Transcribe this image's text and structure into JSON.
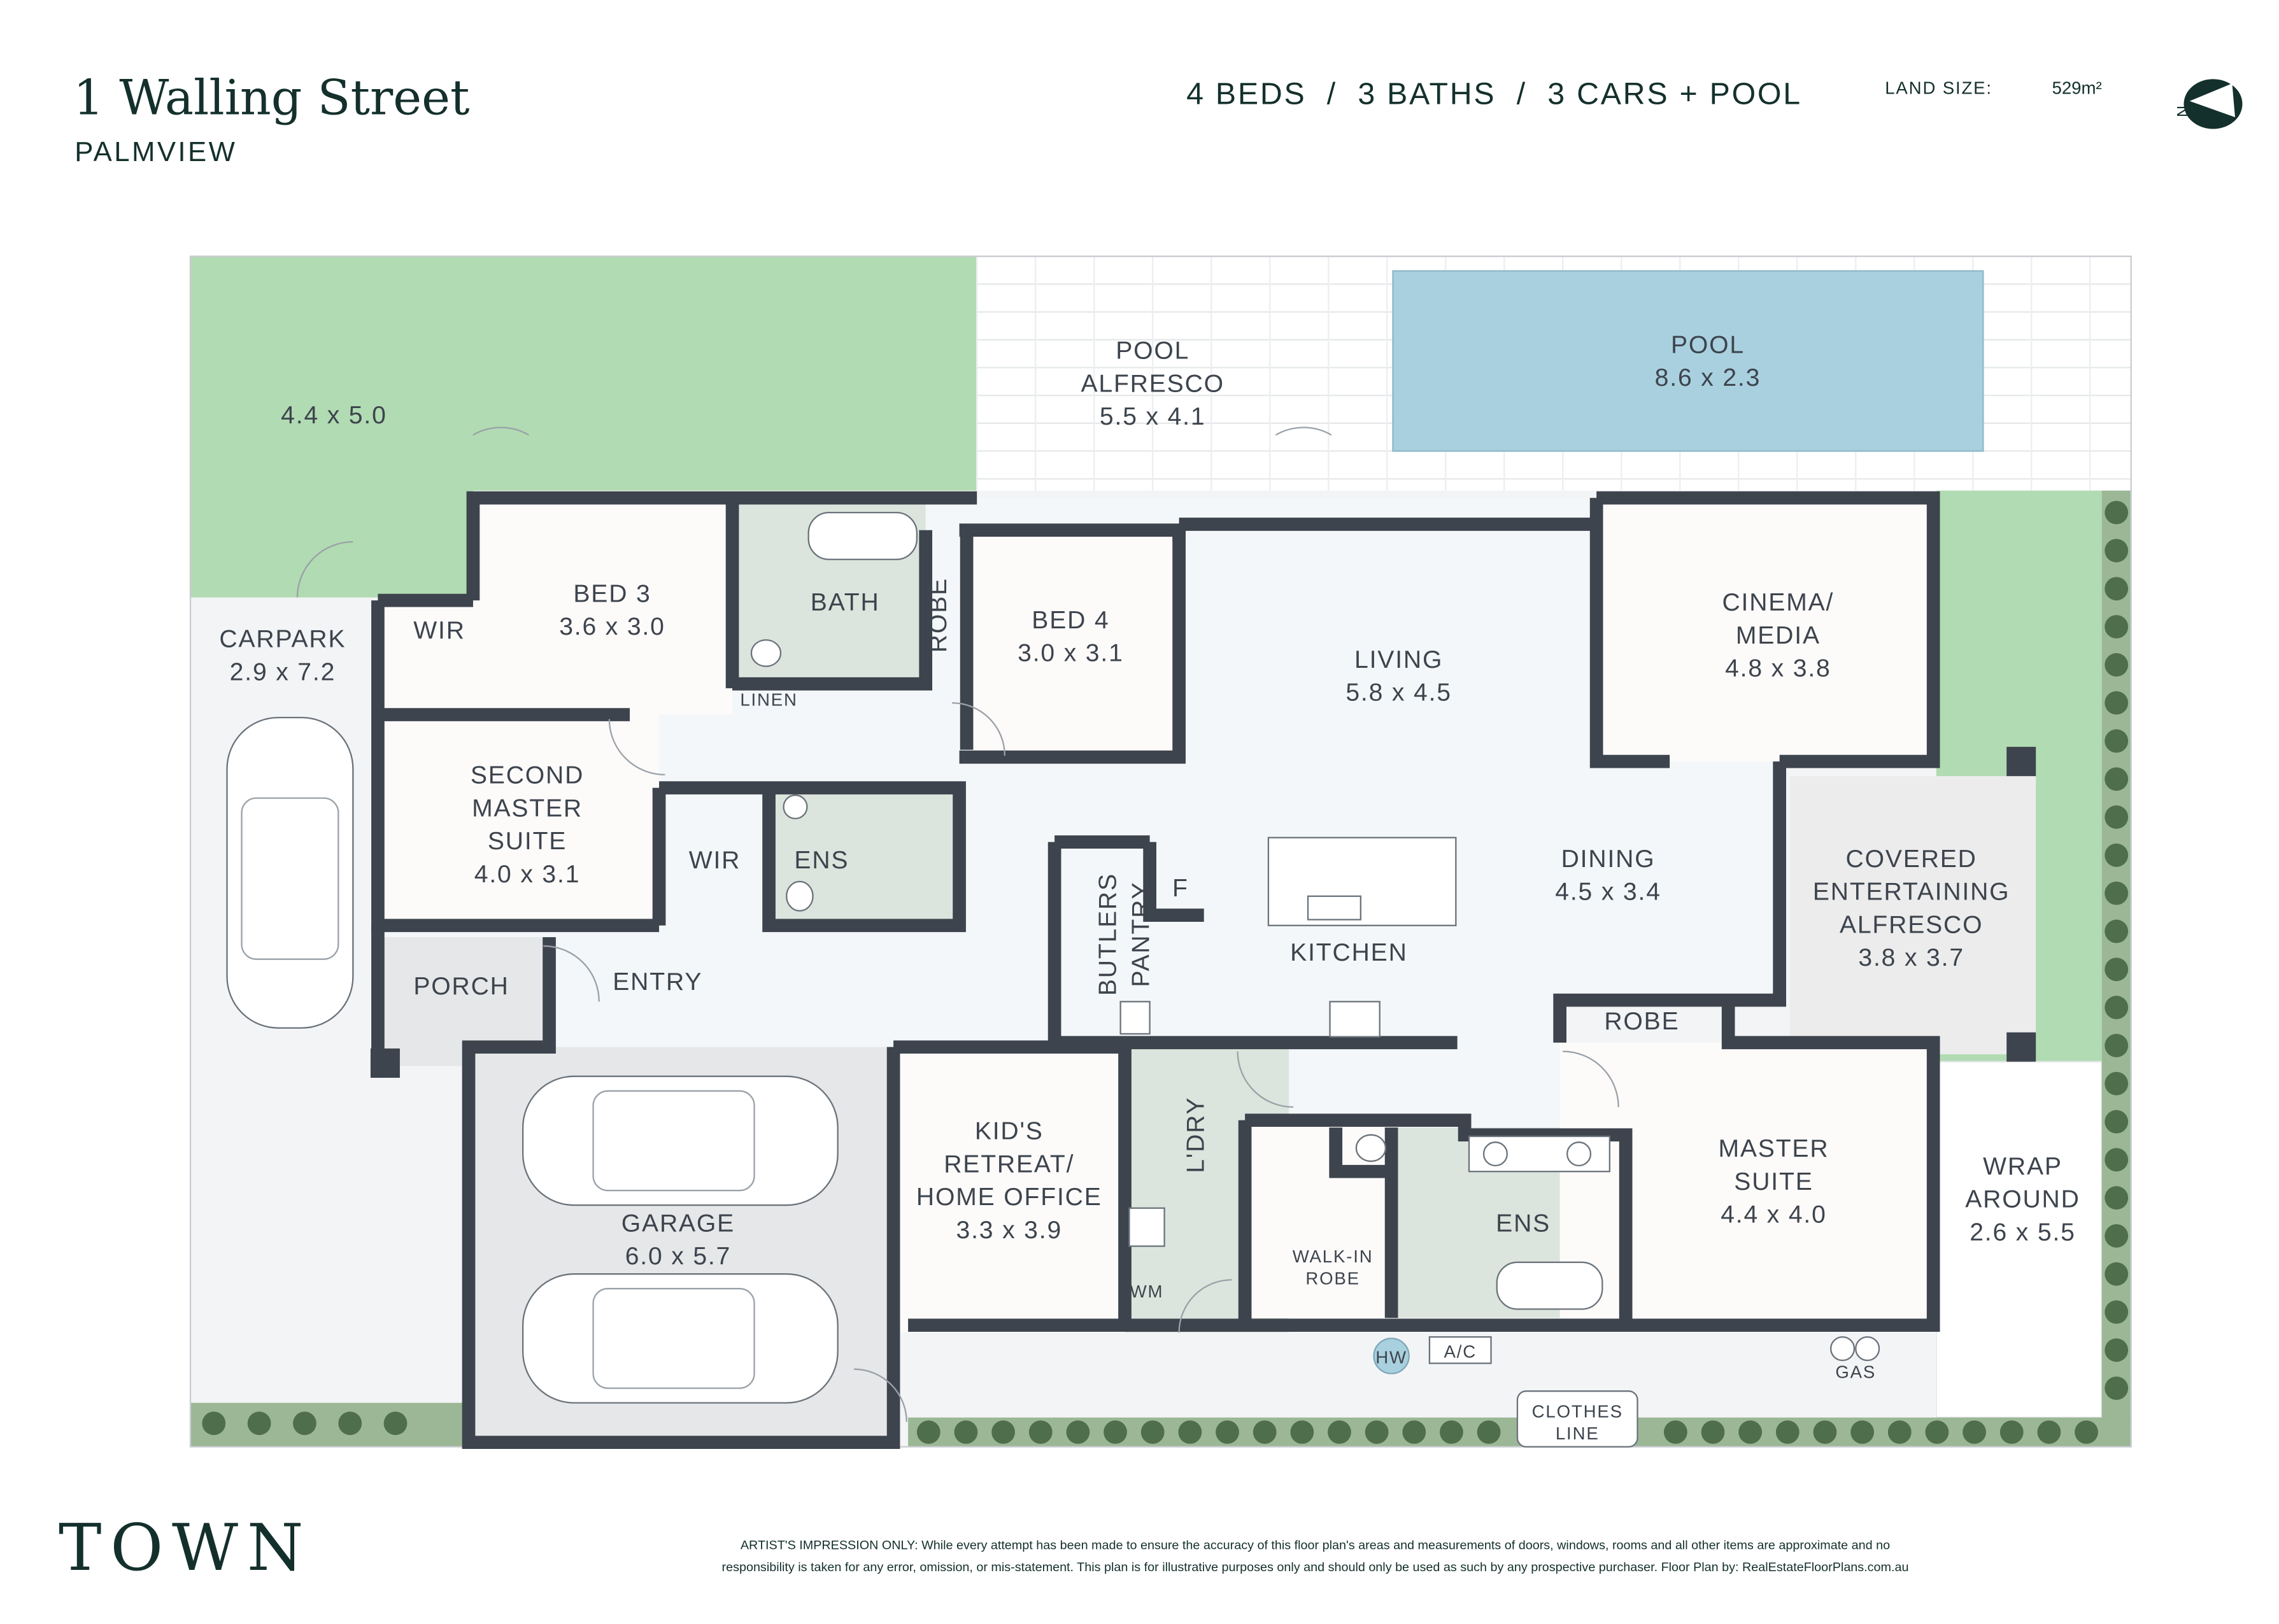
{
  "header": {
    "address": "1 Walling Street",
    "suburb": "PALMVIEW",
    "features": "4 BEDS  /  3 BATHS  /  3 CARS + POOL",
    "land_size_label": "LAND SIZE:",
    "land_size_value": "529m²",
    "north_label": "N"
  },
  "rooms": {
    "yard": {
      "lines": [
        "4.4 x 5.0"
      ]
    },
    "pool_alfresco": {
      "lines": [
        "POOL",
        "ALFRESCO",
        "5.5 x 4.1"
      ]
    },
    "pool": {
      "lines": [
        "POOL",
        "8.6 x 2.3"
      ]
    },
    "carpark": {
      "lines": [
        "CARPARK",
        "2.9 x 7.2"
      ]
    },
    "wir1": {
      "lines": [
        "WIR"
      ]
    },
    "bed3": {
      "lines": [
        "BED 3",
        "3.6 x 3.0"
      ]
    },
    "bath": {
      "lines": [
        "BATH"
      ]
    },
    "robe1": {
      "lines": [
        "ROBE"
      ]
    },
    "linen": {
      "lines": [
        "LINEN"
      ]
    },
    "bed4": {
      "lines": [
        "BED 4",
        "3.0 x 3.1"
      ]
    },
    "living": {
      "lines": [
        "LIVING",
        "5.8 x 4.5"
      ]
    },
    "cinema": {
      "lines": [
        "CINEMA/",
        "MEDIA",
        "4.8 x 3.8"
      ]
    },
    "second_master": {
      "lines": [
        "SECOND",
        "MASTER",
        "SUITE",
        "4.0 x 3.1"
      ]
    },
    "wir2": {
      "lines": [
        "WIR"
      ]
    },
    "ens2": {
      "lines": [
        "ENS"
      ]
    },
    "butlers": {
      "lines": [
        "BUTLERS",
        "PANTRY"
      ]
    },
    "fridge": {
      "lines": [
        "F"
      ]
    },
    "kitchen": {
      "lines": [
        "KITCHEN"
      ]
    },
    "dining": {
      "lines": [
        "DINING",
        "4.5 x 3.4"
      ]
    },
    "covered": {
      "lines": [
        "COVERED",
        "ENTERTAINING",
        "ALFRESCO",
        "3.8 x 3.7"
      ]
    },
    "porch": {
      "lines": [
        "PORCH"
      ]
    },
    "entry": {
      "lines": [
        "ENTRY"
      ]
    },
    "robe2": {
      "lines": [
        "ROBE"
      ]
    },
    "garage": {
      "lines": [
        "GARAGE",
        "6.0 x 5.7"
      ]
    },
    "kids": {
      "lines": [
        "KID'S",
        "RETREAT/",
        "HOME OFFICE",
        "3.3 x 3.9"
      ]
    },
    "laundry": {
      "lines": [
        "L'DRY"
      ]
    },
    "wm": {
      "lines": [
        "WM"
      ]
    },
    "walkin": {
      "lines": [
        "WALK-IN",
        "ROBE"
      ]
    },
    "ens3": {
      "lines": [
        "ENS"
      ]
    },
    "master": {
      "lines": [
        "MASTER",
        "SUITE",
        "4.4 x 4.0"
      ]
    },
    "wrap": {
      "lines": [
        "WRAP",
        "AROUND",
        "2.6 x 5.5"
      ]
    },
    "hw": {
      "lines": [
        "HW"
      ]
    },
    "ac": {
      "lines": [
        "A/C"
      ]
    },
    "gas": {
      "lines": [
        "GAS"
      ]
    },
    "clothes": {
      "lines": [
        "CLOTHES",
        "LINE"
      ]
    }
  },
  "footer": {
    "brand": "TOWN",
    "disclaimer_1": "ARTIST'S IMPRESSION ONLY: While every attempt has been made to ensure the accuracy of this floor plan's areas and measurements of doors, windows, rooms and all other items are approximate and no",
    "disclaimer_2": "responsibility is taken for any error, omission, or mis-statement. This plan is for illustrative purposes only and should only be used as such by any prospective purchaser. Floor Plan by: RealEstateFloorPlans.com.au"
  },
  "colors": {
    "wall": "#3d444d",
    "lawn": "#b1dbb2",
    "pool": "#a9d0df",
    "wet": "#dce5dd",
    "hedge": "#9bb795",
    "shrub": "#4f6e4c",
    "brand": "#14302c"
  }
}
